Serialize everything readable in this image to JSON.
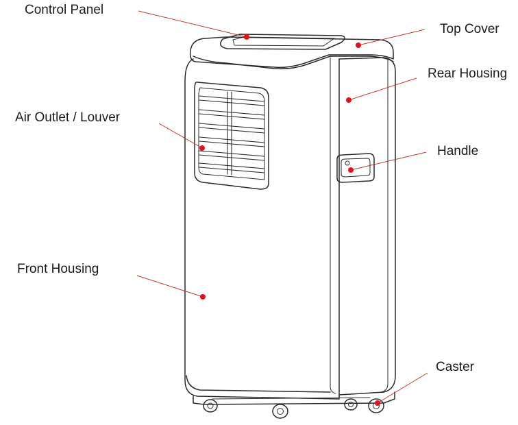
{
  "labels": {
    "control_panel": "Control Panel",
    "top_cover": "Top Cover",
    "rear_housing": "Rear Housing",
    "air_outlet": "Air Outlet / Louver",
    "handle": "Handle",
    "front_housing": "Front Housing",
    "caster": "Caster"
  },
  "colors": {
    "outline": "#2a2a2a",
    "leader_line": "#c0392b",
    "marker": "#e2121b",
    "label_text": "#1a1a1a"
  }
}
